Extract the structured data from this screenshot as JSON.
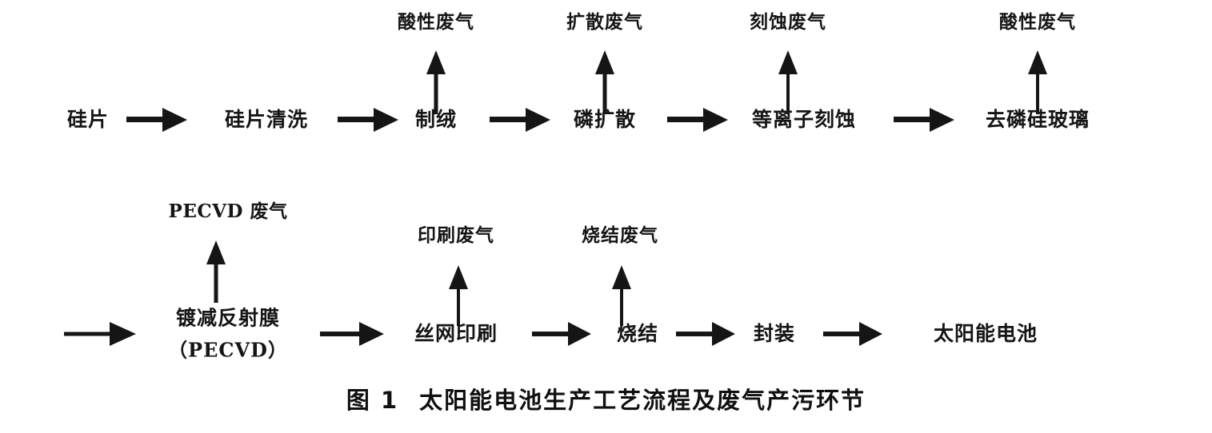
{
  "figure": {
    "caption_label": "图 1",
    "caption_title": "太阳能电池生产工艺流程及废气产污环节",
    "ink_color": "#151515",
    "background_color": "#ffffff"
  },
  "row1": {
    "process_steps": [
      {
        "label": "硅片"
      },
      {
        "label": "硅片清洗"
      },
      {
        "label": "制绒"
      },
      {
        "label": "磷扩散"
      },
      {
        "label": "等离子刻蚀"
      },
      {
        "label": "去磷硅玻璃"
      }
    ],
    "emissions": [
      {
        "label": "酸性废气",
        "from_step": "制绒"
      },
      {
        "label": "扩散废气",
        "from_step": "磷扩散"
      },
      {
        "label": "刻蚀废气",
        "from_step": "等离子刻蚀"
      },
      {
        "label": "酸性废气",
        "from_step": "去磷硅玻璃"
      }
    ]
  },
  "row2": {
    "process_steps": [
      {
        "label": "镀减反射膜",
        "sublabel": "（PECVD）"
      },
      {
        "label": "丝网印刷"
      },
      {
        "label": "烧结"
      },
      {
        "label": "封装"
      },
      {
        "label": "太阳能电池"
      }
    ],
    "emissions": [
      {
        "label": "PECVD 废气",
        "from_step": "镀减反射膜"
      },
      {
        "label": "印刷废气",
        "from_step": "丝网印刷"
      },
      {
        "label": "烧结废气",
        "from_step": "烧结"
      }
    ]
  }
}
